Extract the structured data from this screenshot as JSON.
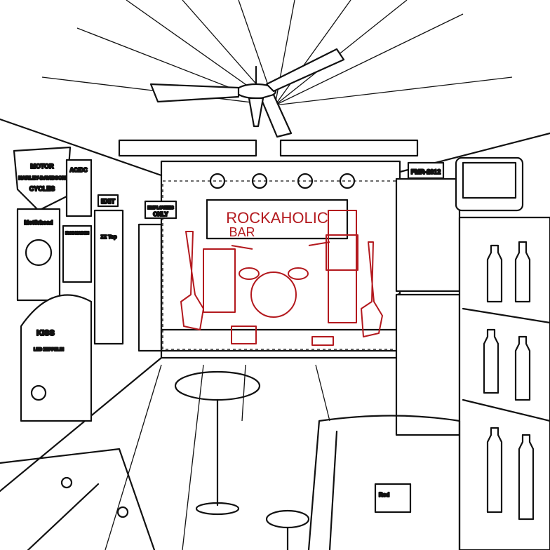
{
  "illustration": {
    "banner": {
      "line1": "ROCKAHOLIC",
      "line2": "BAR"
    },
    "signs": {
      "harley_top": "MOTOR",
      "harley_mid": "HARLEY-DAVIDSON",
      "harley_bottom": "CYCLES",
      "acdc": "AC/DC",
      "motorhead": "Motörhead",
      "iron_maiden": "IRON MAIDEN",
      "exit": "EXIT",
      "employees_line1": "EMPLOYEES",
      "employees_line2": "ONLY",
      "zztop": "ZZ Top",
      "kiss": "KISS",
      "led_zeppelin": "LED ZEPPELIN",
      "amp_label": "FMR-2012",
      "crate_label": "Red"
    },
    "colors": {
      "ink": "#111111",
      "stage": "#b3191e",
      "paper": "#ffffff"
    }
  }
}
